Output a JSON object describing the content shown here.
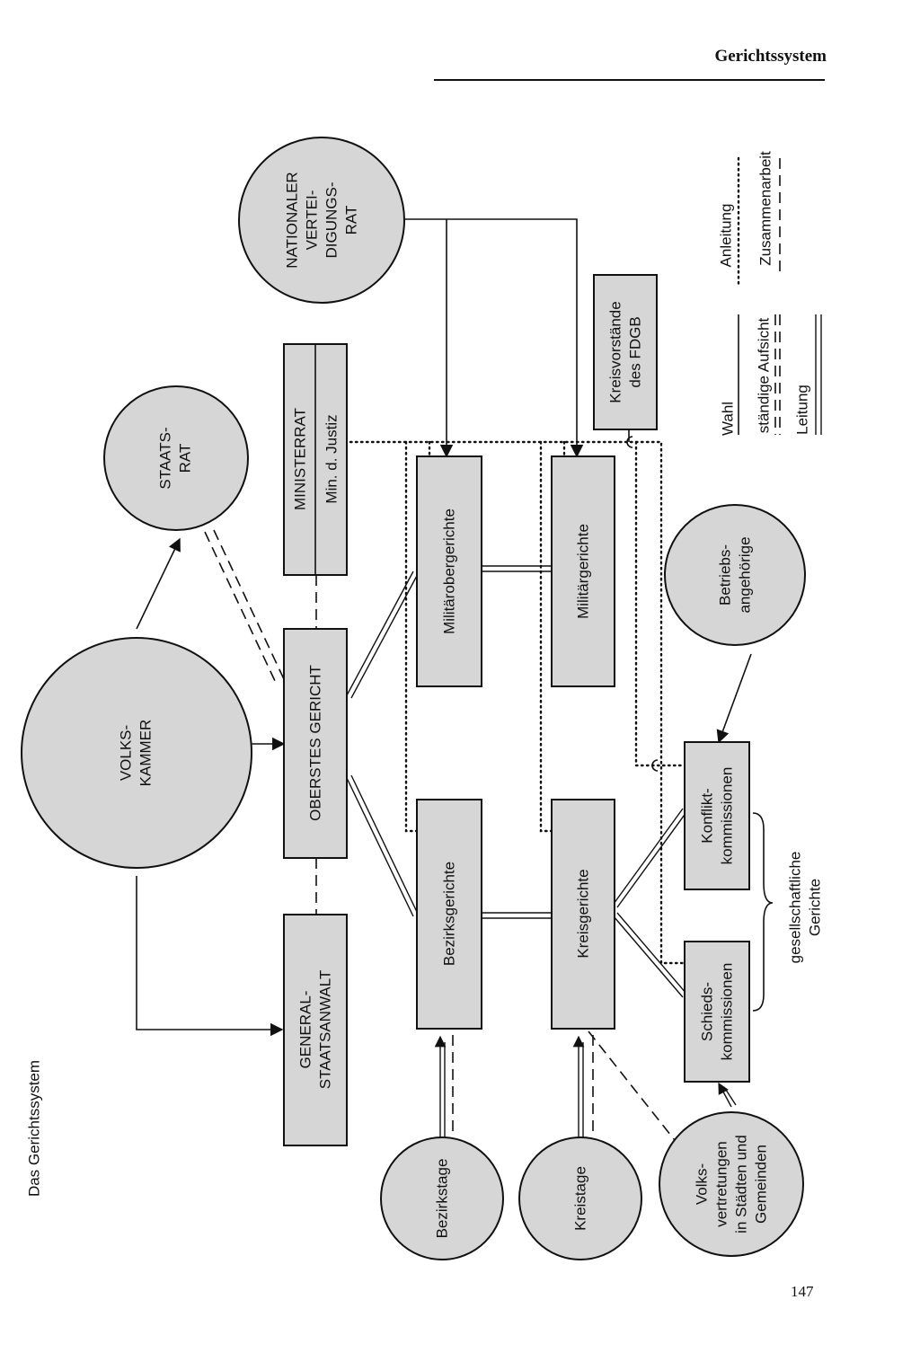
{
  "header": {
    "title": "Gerichtssystem",
    "page_number": "147"
  },
  "diagram": {
    "title": "Das Gerichtssystem",
    "nodes": {
      "volkskammer": [
        "VOLKS-",
        "KAMMER"
      ],
      "staatsrat": [
        "STAATS-",
        "RAT"
      ],
      "nationaler_verteidigungsrat": [
        "NATIONALER",
        "VERTEI-",
        "DIGUNGS-",
        "RAT"
      ],
      "ministerrat": [
        "MINISTERRAT",
        "Min. d. Justiz"
      ],
      "oberstes_gericht": "OBERSTES GERICHT",
      "generalstaatsanwalt": [
        "GENERAL-",
        "STAATSANWALT"
      ],
      "militaerobergerichte": "Militärobergerichte",
      "militaergerichte": "Militärgerichte",
      "bezirksgerichte": "Bezirksgerichte",
      "kreisgerichte": "Kreisgerichte",
      "kreisvorstaende": [
        "Kreisvorstände",
        "des FDGB"
      ],
      "betriebsangehoerige": [
        "Betriebs-",
        "angehörige"
      ],
      "konfliktkommissionen": [
        "Konflikt-",
        "kommissionen"
      ],
      "schiedskommissionen": [
        "Schieds-",
        "kommissionen"
      ],
      "bezirkstage": "Bezirkstage",
      "kreistage": "Kreistage",
      "volksvertretungen": [
        "Volks-",
        "vertretungen",
        "in Städten und",
        "Gemeinden"
      ]
    },
    "group_label": [
      "gesellschaftliche",
      "Gerichte"
    ],
    "legend": {
      "wahl": "Wahl",
      "staendige_aufsicht": "ständige Aufsicht",
      "leitung": "Leitung",
      "anleitung": "Anleitung",
      "zusammenarbeit": "Zusammenarbeit"
    }
  }
}
